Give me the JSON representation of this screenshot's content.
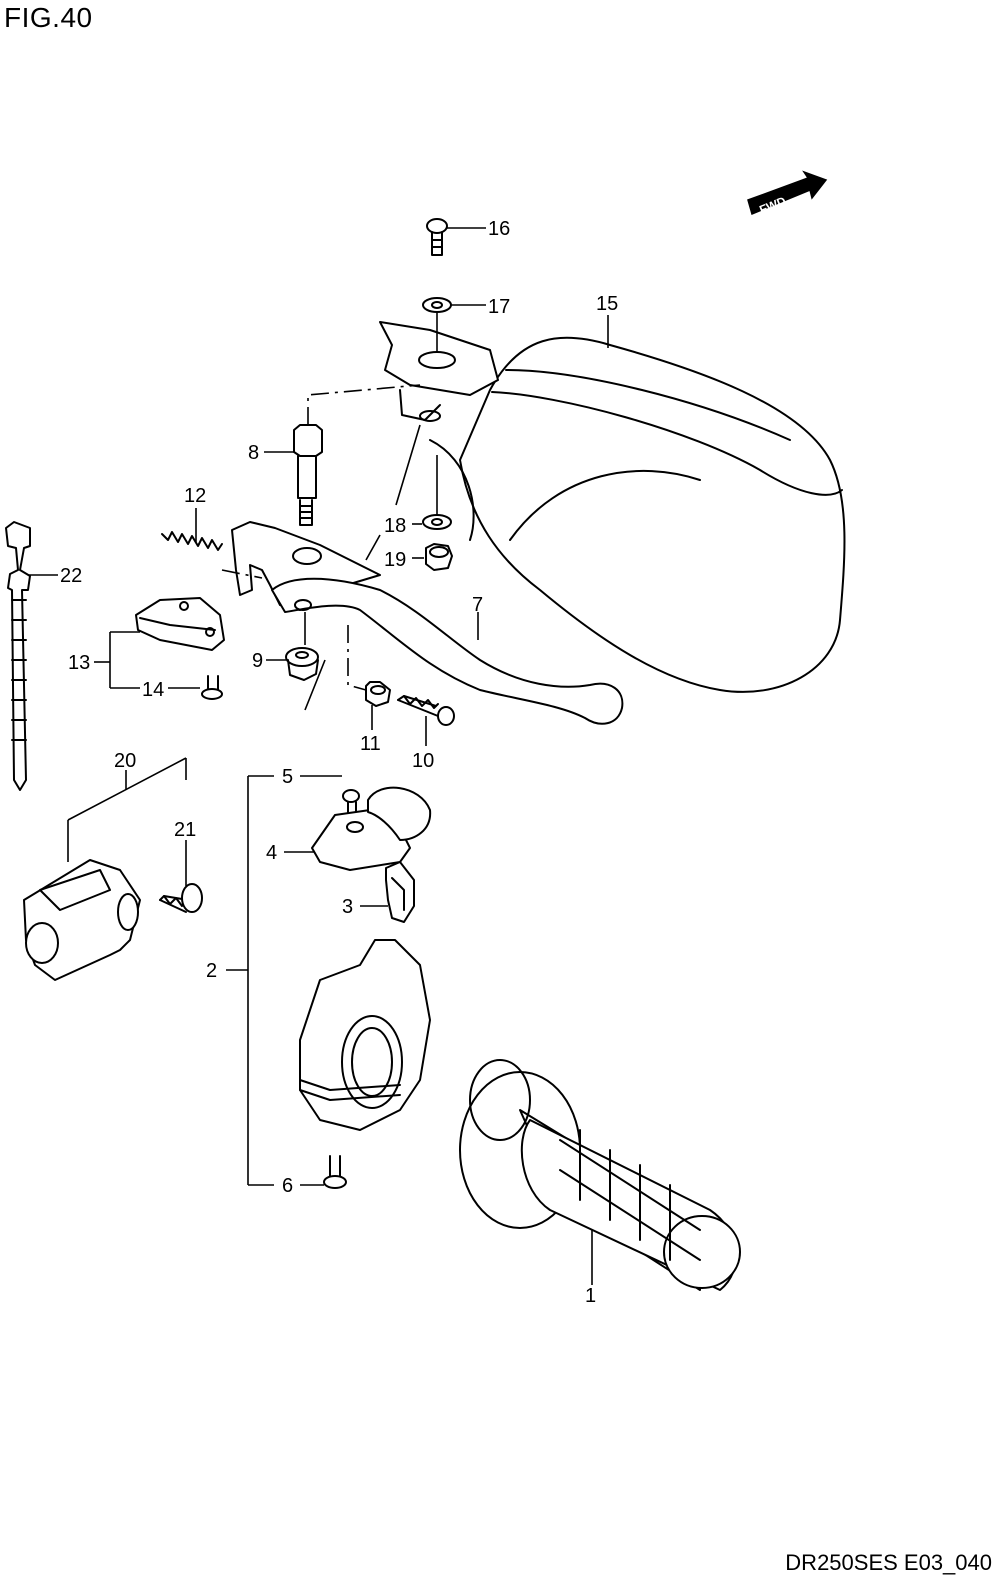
{
  "figure": {
    "title": "FIG.40",
    "code": "DR250SES E03_040"
  },
  "fwd_label": "FWD",
  "parts": [
    "1",
    "2",
    "3",
    "4",
    "5",
    "6",
    "7",
    "8",
    "9",
    "10",
    "11",
    "12",
    "13",
    "14",
    "15",
    "16",
    "17",
    "18",
    "19",
    "20",
    "21",
    "22"
  ],
  "icons": {
    "fwd_arrow": "fwd-arrow-icon"
  }
}
